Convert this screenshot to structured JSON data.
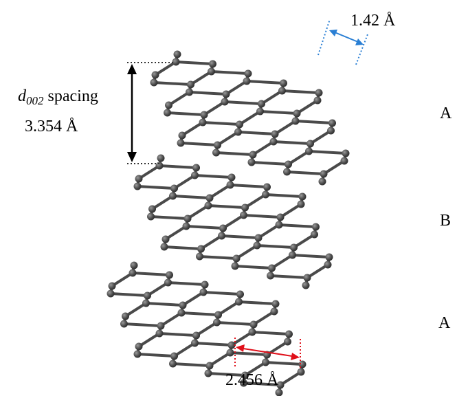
{
  "labels": {
    "bond_length": "1.42 Å",
    "spacing_symbol": "d",
    "spacing_subscript": "002",
    "spacing_word": "spacing",
    "spacing_value": "3.354 Å",
    "lattice_constant": "2.456 Å"
  },
  "layers": [
    {
      "name": "A"
    },
    {
      "name": "B"
    },
    {
      "name": "A"
    }
  ],
  "colors": {
    "atom": "#555555",
    "bond": "#4a4a4a",
    "bond_arrow": "#2a7fd4",
    "lattice_arrow": "#e0101a",
    "spacing_arrow": "#000000",
    "guide_line": "#333333"
  }
}
